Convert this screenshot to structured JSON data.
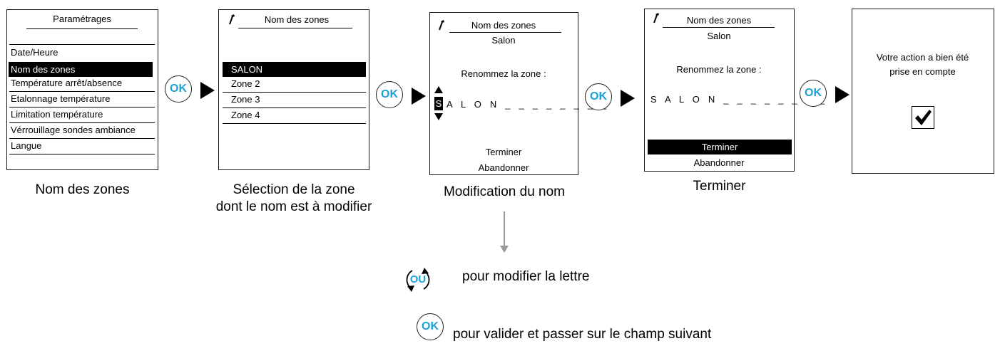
{
  "screens": {
    "s1": {
      "title": "Paramétrages",
      "items": [
        "Date/Heure",
        "Nom des zones",
        "Température arrêt/absence",
        "Etalonnage température",
        "Limitation température",
        "Vérrouillage sondes ambiance",
        "Langue"
      ],
      "caption": "Nom des zones"
    },
    "s2": {
      "title": "Nom des zones",
      "items": [
        "SALON",
        "Zone 2",
        "Zone 3",
        "Zone 4"
      ],
      "caption_line1": "Sélection de la zone",
      "caption_line2": "dont le nom est à modifier"
    },
    "s3": {
      "title": "Nom des zones",
      "zone": "Salon",
      "prompt": "Renommez la zone :",
      "cursor_letter": "S",
      "name_rest": "A L O N _ _ _ _ _ _ _ _",
      "finish": "Terminer",
      "cancel": "Abandonner",
      "caption": "Modification du nom"
    },
    "s4": {
      "title": "Nom des zones",
      "zone": "Salon",
      "prompt": "Renommez la zone :",
      "name": "S A L O N _ _ _ _ _ _ _ _",
      "finish": "Terminer",
      "cancel": "Abandonner",
      "caption": "Terminer"
    },
    "s5": {
      "message_line1": "Votre action a bien été",
      "message_line2": "prise en compte"
    }
  },
  "ok_label": "OK",
  "ou_label": "OU",
  "legend": {
    "ou_text": "pour modifier la lettre",
    "ok_text": "pour valider et passer sur le champ suivant"
  },
  "colors": {
    "accent": "#1ba0d8",
    "arrow_line": "#999999"
  }
}
